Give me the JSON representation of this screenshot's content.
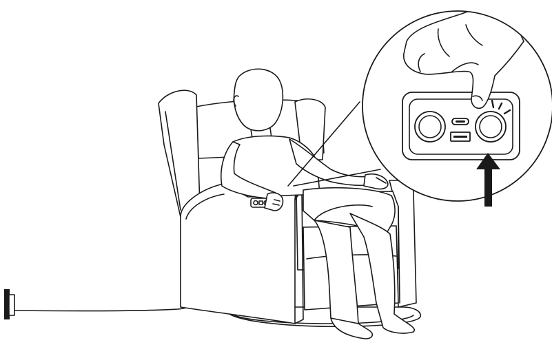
{
  "figure": {
    "kind": "line-art instruction illustration",
    "subject": "person-seated-in-recliner-pressing-control-panel-button",
    "stroke_color": "#1a1a1a",
    "background_color": "#ffffff"
  },
  "icons": {
    "arrow": "arrow-up-icon",
    "press_indicator": "press-spark-icon",
    "usb_c": "usb-c-port-icon",
    "usb_a": "usb-a-port-icon"
  },
  "control_panel": {
    "buttons": [
      "left-button",
      "right-button"
    ],
    "ports": [
      "usb-c",
      "usb-a"
    ],
    "highlighted_button": "right-button"
  }
}
